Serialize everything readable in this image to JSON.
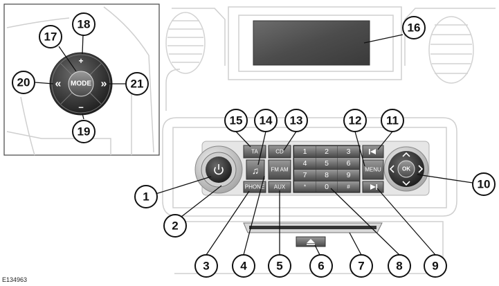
{
  "figure_id": "E134963",
  "inset": {
    "mode_label": "MODE",
    "plus": "+",
    "minus": "−",
    "seek_left": "«",
    "seek_right": "»"
  },
  "panel": {
    "ta_label": "TA",
    "cd_label": "CD",
    "phone_label": "PHONE",
    "aux_label": "AUX",
    "fmam_label": "FM AM",
    "menu_label": "MENU",
    "ok_label": "OK",
    "keypad": [
      "1",
      "2",
      "3",
      "4",
      "5",
      "6",
      "7",
      "8",
      "9",
      "*",
      "0",
      "#"
    ]
  },
  "callouts": [
    "1",
    "2",
    "3",
    "4",
    "5",
    "6",
    "7",
    "8",
    "9",
    "10",
    "11",
    "12",
    "13",
    "14",
    "15",
    "16",
    "17",
    "18",
    "19",
    "20",
    "21"
  ]
}
